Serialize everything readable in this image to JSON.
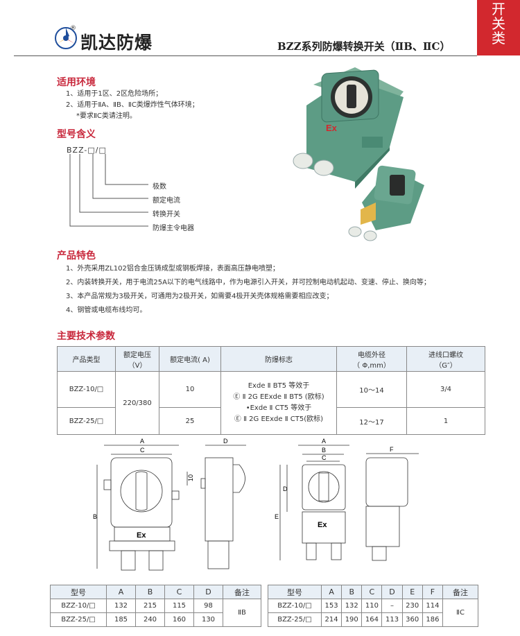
{
  "header": {
    "brand": "凯达防爆",
    "reg_mark": "®",
    "series_title": "BZZ系列防爆转换开关（ⅡB、ⅡC）",
    "side_tab": [
      "开",
      "关",
      "类"
    ]
  },
  "environment": {
    "title": "适用环境",
    "lines": [
      "1、适用于1区、2区危险场所；",
      "2、适用于ⅡA、ⅡB、ⅡC类爆炸性气体环境；",
      "*要求ⅡC类请注明。"
    ]
  },
  "model": {
    "title": "型号含义",
    "code": "BZZ-□/□",
    "labels": [
      "极数",
      "额定电流",
      "转换开关",
      "防爆主令电器"
    ]
  },
  "features": {
    "title": "产品特色",
    "lines": [
      "1、外壳采用ZL102铝合金压铸成型或钢板焊接，表面高压静电喷塑；",
      "2、内装转换开关，用于电流25A以下的电气线路中，作为电源引入开关，并可控制电动机起动、变速、停止、换向等；",
      "3、本产品常规为3极开关，可通用为2极开关，如需要4极开关壳体规格需要相应改变；",
      "4、钢管或电缆布线均可。"
    ]
  },
  "specs": {
    "title": "主要技术参数",
    "headers": [
      "产品类型",
      "额定电压",
      "（V）",
      "额定电流( A)",
      "防爆标志",
      "电缆外径",
      "（ Φ,mm）",
      "进线口螺纹",
      "（G″）"
    ],
    "rows": [
      {
        "type": "BZZ-10/□",
        "current": "10",
        "cable": "10～14",
        "thread": "3/4"
      },
      {
        "type": "BZZ-25/□",
        "current": "25",
        "cable": "12～17",
        "thread": "1"
      }
    ],
    "voltage": "220/380",
    "marks": [
      "Exde Ⅱ BT5    等效于",
      "Ⓔ Ⅱ 2G  EExde Ⅱ BT5 (欧标)",
      "•Exde Ⅱ CT5    等效于",
      "Ⓔ Ⅱ 2G EExde Ⅱ CT5(欧标)"
    ]
  },
  "drawing_left": {
    "A": "A",
    "B": "B",
    "C": "C",
    "D": "D",
    "ten": "10",
    "ex": "Ex"
  },
  "drawing_right": {
    "A": "A",
    "B": "B",
    "C": "C",
    "D": "D",
    "E": "E",
    "F": "F",
    "ex": "Ex"
  },
  "photo": {
    "ex": "Ex"
  },
  "dim_left": {
    "headers": [
      "型号",
      "A",
      "B",
      "C",
      "D",
      "备注"
    ],
    "rows": [
      [
        "BZZ-10/□",
        "132",
        "215",
        "115",
        "98"
      ],
      [
        "BZZ-25/□",
        "185",
        "240",
        "160",
        "130"
      ]
    ],
    "note": "ⅡB"
  },
  "dim_right": {
    "headers": [
      "型号",
      "A",
      "B",
      "C",
      "D",
      "E",
      "F",
      "备注"
    ],
    "rows": [
      [
        "BZZ-10/□",
        "153",
        "132",
        "110",
        "–",
        "230",
        "114"
      ],
      [
        "BZZ-25/□",
        "214",
        "190",
        "164",
        "113",
        "360",
        "186"
      ]
    ],
    "note": "ⅡC"
  },
  "colors": {
    "accent": "#c8283c",
    "tab": "#d2282e",
    "housing": "#5d9c85",
    "table_head": "#e8eff6"
  }
}
